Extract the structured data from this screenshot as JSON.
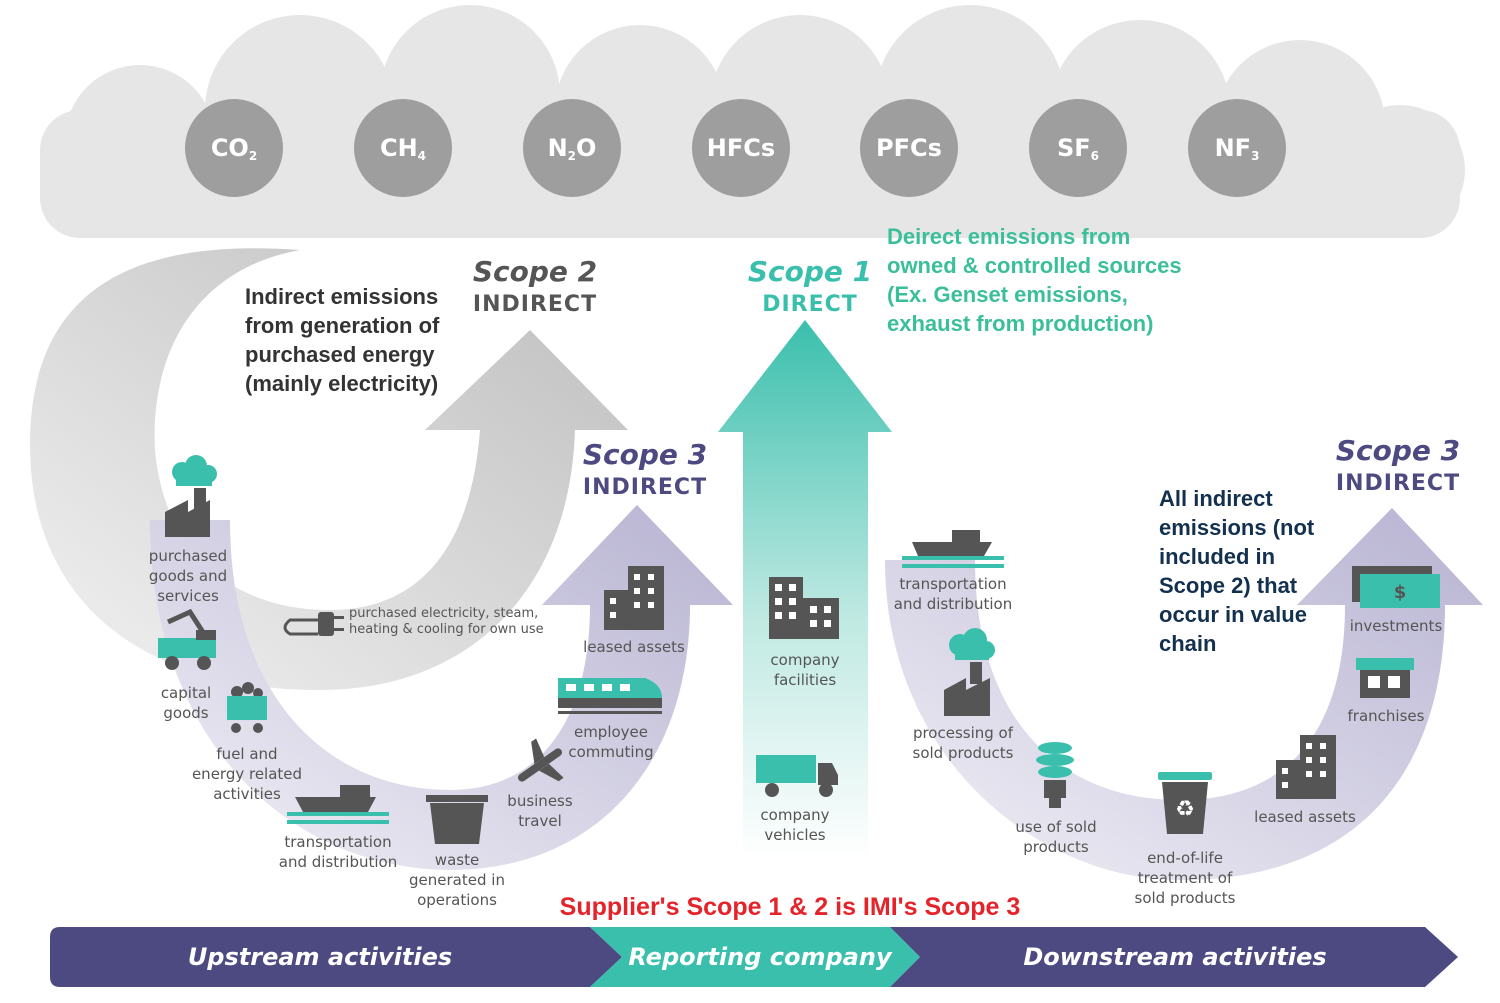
{
  "gases": [
    {
      "base": "CO",
      "sub": "2"
    },
    {
      "base": "CH",
      "sub": "4"
    },
    {
      "base": "N",
      "sub": "2",
      "suffix": "O"
    },
    {
      "base": "HFCs",
      "sub": ""
    },
    {
      "base": "PFCs",
      "sub": ""
    },
    {
      "base": "SF",
      "sub": "6"
    },
    {
      "base": "NF",
      "sub": "3"
    }
  ],
  "scope2": {
    "title": "Scope 2",
    "subtitle": "INDIRECT",
    "note": "Indirect emissions from generation of purchased energy (mainly electricity)"
  },
  "scope1": {
    "title": "Scope 1",
    "subtitle": "DIRECT",
    "note": "Deirect emissions from owned & controlled sources (Ex. Genset emissions, exhaust from production)"
  },
  "scope3_upstream": {
    "title": "Scope 3",
    "subtitle": "INDIRECT"
  },
  "scope3_downstream": {
    "title": "Scope 3",
    "subtitle": "INDIRECT",
    "note": "All indirect emissions (not included in Scope 2) that occur in value chain"
  },
  "labels": {
    "purchased_goods": "purchased\ngoods and\nservices",
    "capital_goods": "capital\ngoods",
    "fuel_energy": "fuel and\nenergy related\nactivities",
    "transport_up": "transportation\nand distribution",
    "waste": "waste\ngenerated in\noperations",
    "business_travel": "business\ntravel",
    "employee_commuting": "employee\ncommuting",
    "leased_assets_up": "leased assets",
    "purchased_electricity": "purchased electricity, steam,\nheating & cooling for own use",
    "company_facilities": "company\nfacilities",
    "company_vehicles": "company\nvehicles",
    "transport_down": "transportation\nand distribution",
    "processing": "processing of\nsold products",
    "use_sold": "use of sold\nproducts",
    "end_of_life": "end-of-life\ntreatment of\nsold products",
    "leased_assets_down": "leased assets",
    "franchises": "franchises",
    "investments": "investments"
  },
  "supplier_note": "Supplier's Scope 1 & 2 is IMI's Scope 3",
  "banner": {
    "upstream": "Upstream activities",
    "reporting": "Reporting company",
    "downstream": "Downstream activities"
  },
  "colors": {
    "teal": "#3bbfad",
    "navy": "#4d4a82",
    "gray_arrow": "#c4c4c4",
    "purple_light": "#c9c6dd",
    "red_note": "#e5232b",
    "green_note": "#3bbf9a",
    "dark_note": "#14304f"
  }
}
